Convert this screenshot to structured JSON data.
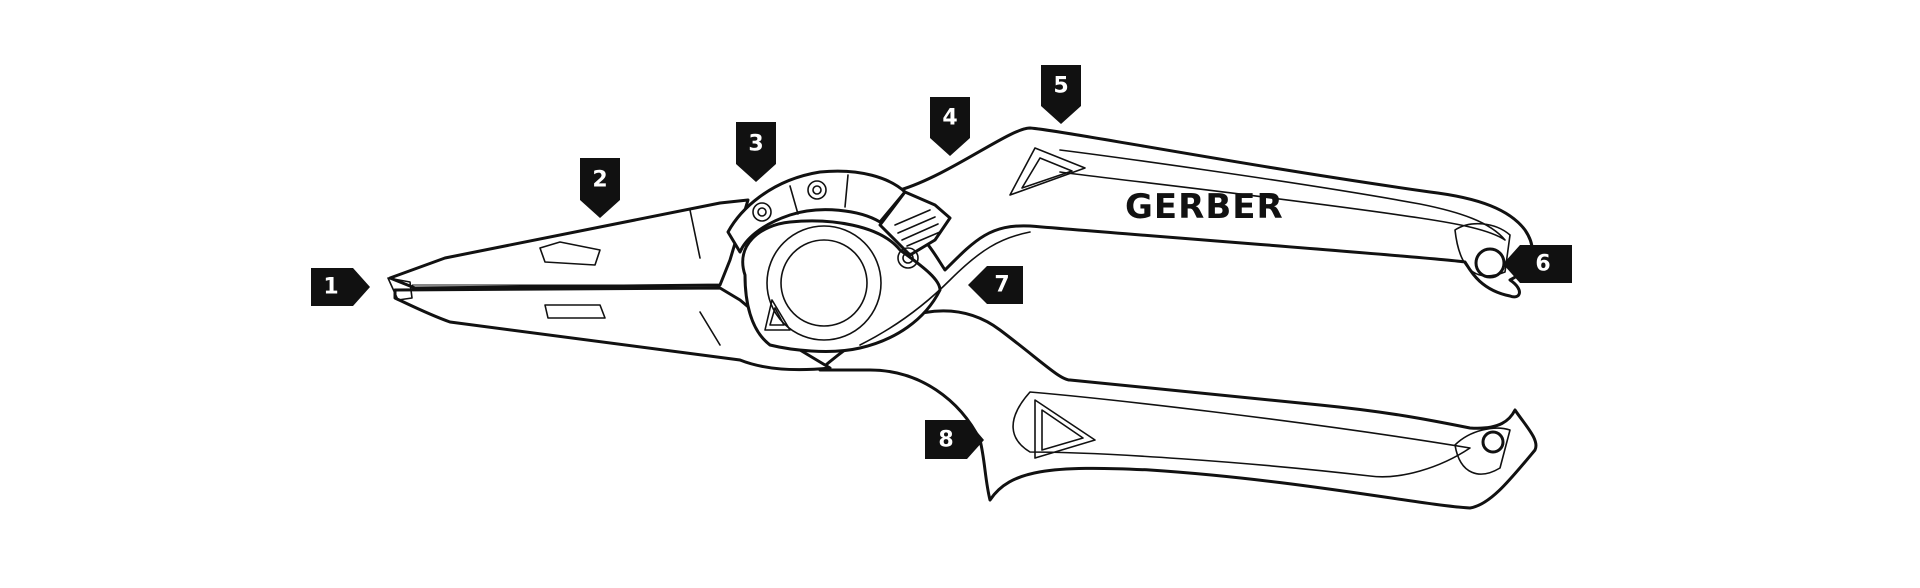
{
  "brand_logo": "GERBER",
  "callouts": [
    {
      "label": "1"
    },
    {
      "label": "2"
    },
    {
      "label": "3"
    },
    {
      "label": "4"
    },
    {
      "label": "5"
    },
    {
      "label": "6"
    },
    {
      "label": "7"
    },
    {
      "label": "8"
    }
  ],
  "colors": {
    "line": "#111111",
    "background": "#ffffff",
    "callout": "#111111",
    "callout_text": "#ffffff"
  }
}
